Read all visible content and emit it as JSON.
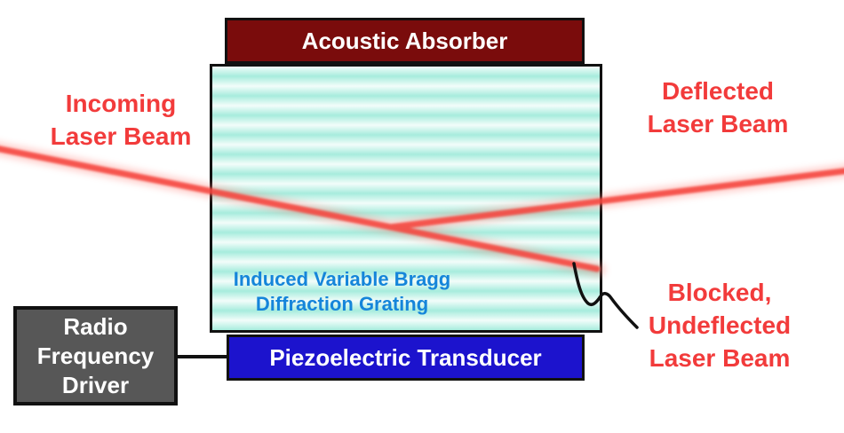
{
  "colors": {
    "background": "#ffffff",
    "absorber_fill": "#7a0c0c",
    "transducer_fill": "#1c13cd",
    "driver_fill": "#575757",
    "crystal_stripe_light": "#f2fdfa",
    "crystal_stripe_dark": "#a7ecdd",
    "beam_core_red": "#f5443c",
    "beam_glow_red": "#ff8078",
    "label_red": "#f23b3b",
    "grating_text_blue": "#1585da",
    "border_black": "#111111"
  },
  "boxes": {
    "acoustic_absorber": {
      "label": "Acoustic Absorber"
    },
    "piezoelectric_transducer": {
      "label": "Piezoelectric Transducer"
    },
    "radio_frequency_driver": {
      "lines": [
        "Radio",
        "Frequency",
        "Driver"
      ]
    }
  },
  "annotations": {
    "incoming_beam": {
      "lines": [
        "Incoming",
        "Laser Beam"
      ]
    },
    "deflected_beam": {
      "lines": [
        "Deflected",
        "Laser Beam"
      ]
    },
    "blocked_beam": {
      "lines": [
        "Blocked,",
        "Undeflected",
        "Laser Beam"
      ]
    },
    "grating": {
      "lines": [
        "Induced Variable Bragg",
        "Diffraction Grating"
      ]
    }
  }
}
